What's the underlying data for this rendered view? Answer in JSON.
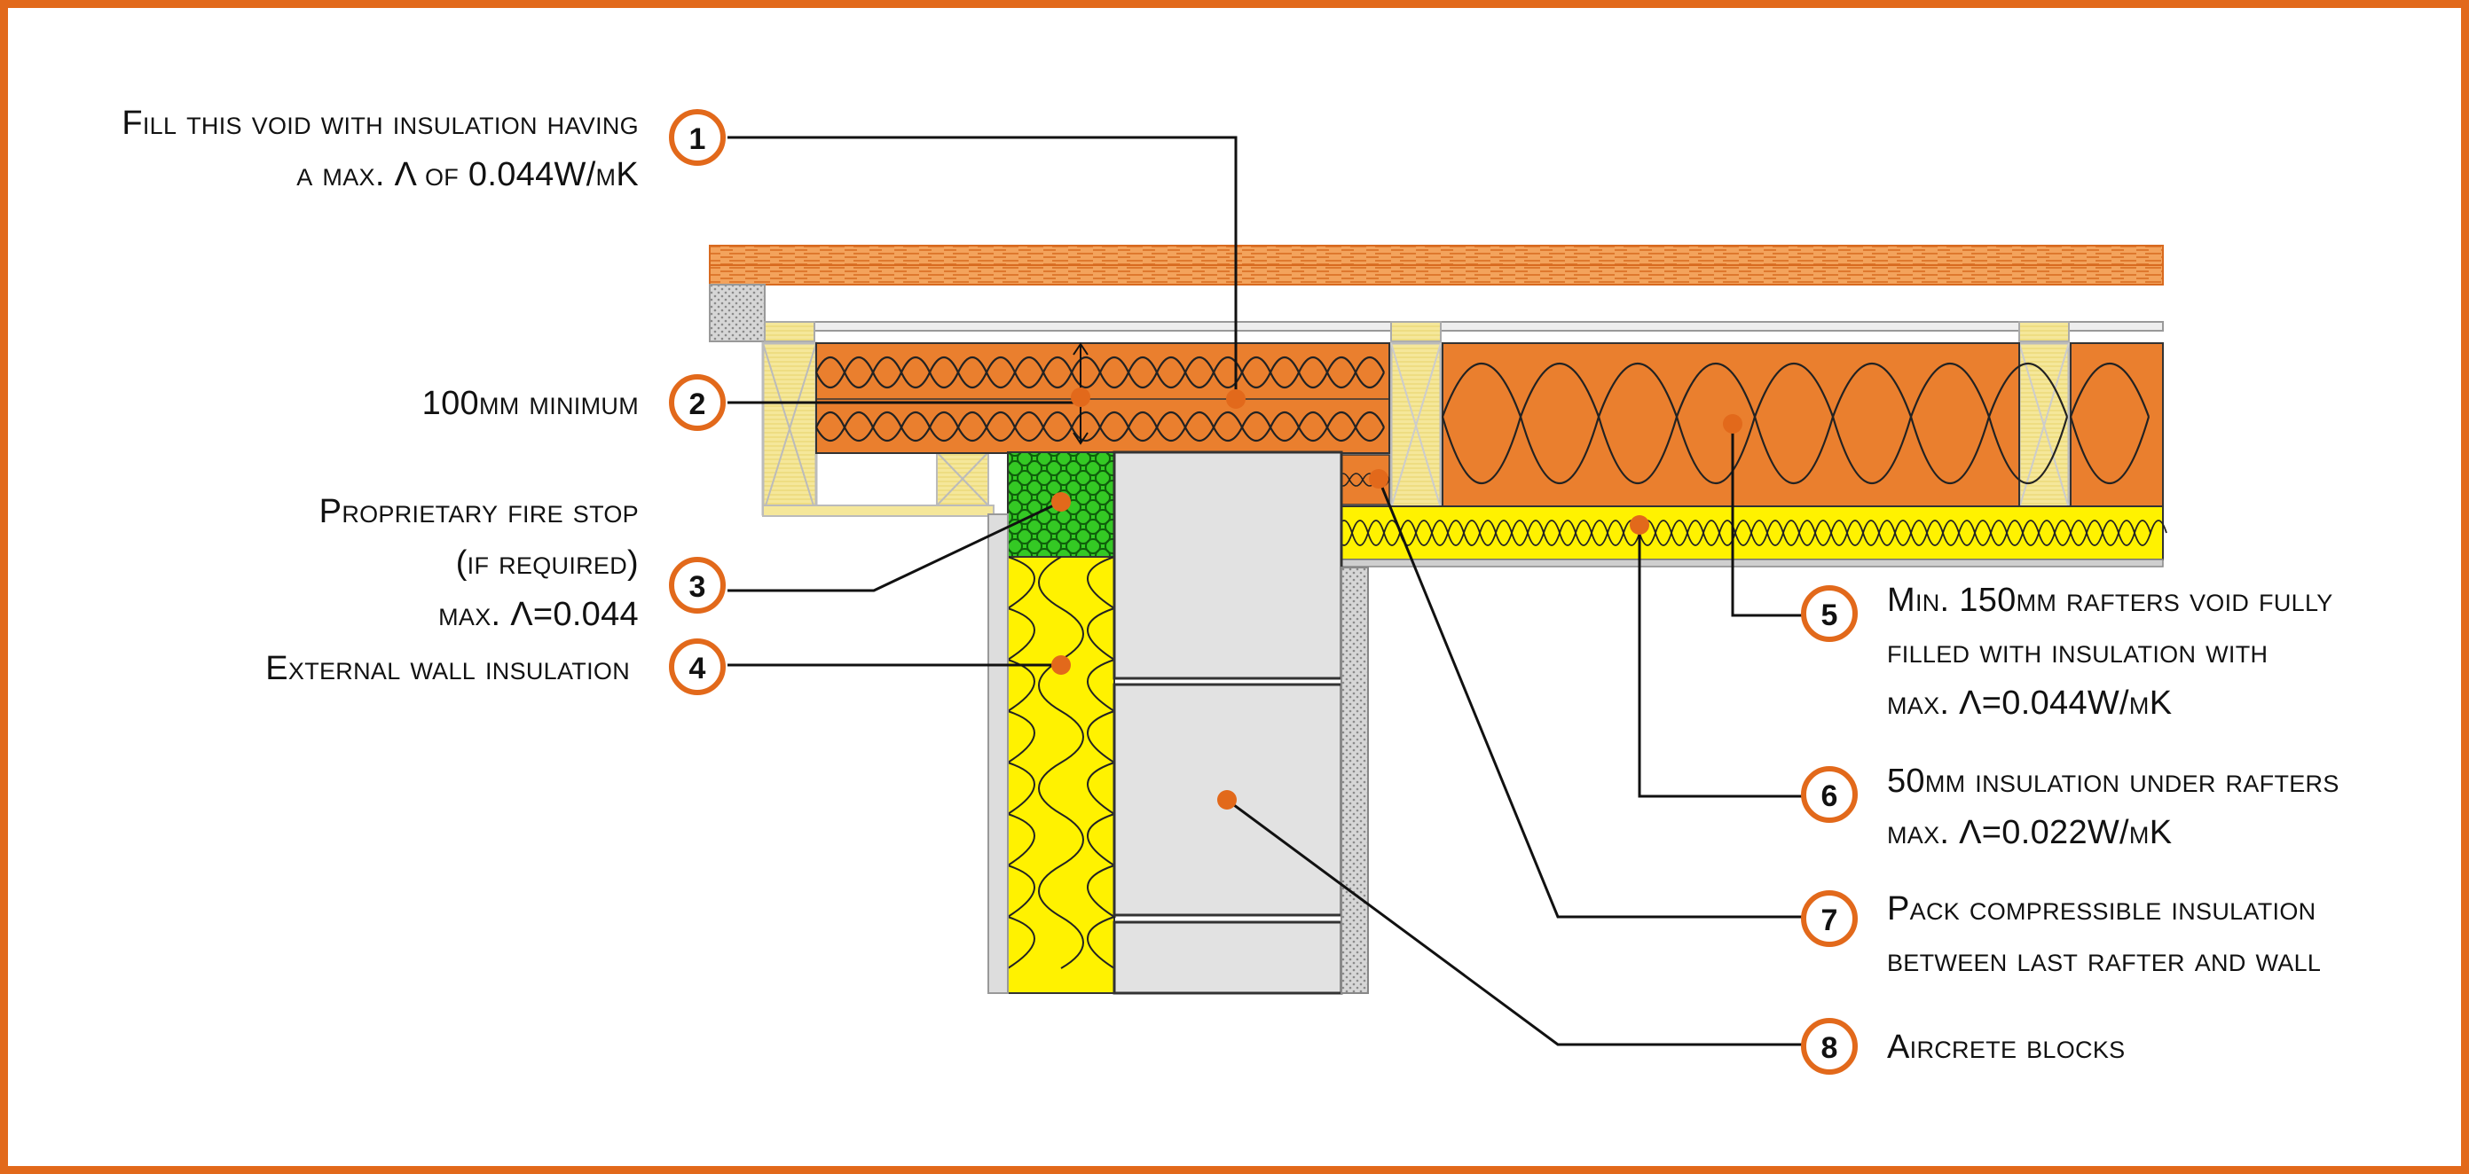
{
  "colors": {
    "border": "#e2691b",
    "marker": "#e2691b",
    "insulation_orange": "#ea7f2e",
    "insulation_yellow": "#fff200",
    "fire_stop_green": "#34c924",
    "aircrete_grey": "#e2e2e2",
    "timber": "#f5e79a"
  },
  "callouts": [
    {
      "number": "1",
      "lines": [
        "Fill this void with insulation having",
        "a max. Λ of 0.044W/mK"
      ]
    },
    {
      "number": "2",
      "lines": [
        "100mm minimum"
      ]
    },
    {
      "number": "3",
      "lines": [
        "Proprietary fire stop",
        "(if required)",
        "max. Λ=0.044"
      ]
    },
    {
      "number": "4",
      "lines": [
        "External wall insulation"
      ]
    },
    {
      "number": "5",
      "lines": [
        "Min. 150mm rafters void fully",
        "filled with insulation with",
        "max. Λ=0.044W/mK"
      ]
    },
    {
      "number": "6",
      "lines": [
        "50mm insulation under rafters",
        "max. Λ=0.022W/mK"
      ]
    },
    {
      "number": "7",
      "lines": [
        "Pack compressible insulation",
        "between last rafter and wall"
      ]
    },
    {
      "number": "8",
      "lines": [
        "Aircrete blocks"
      ]
    }
  ]
}
